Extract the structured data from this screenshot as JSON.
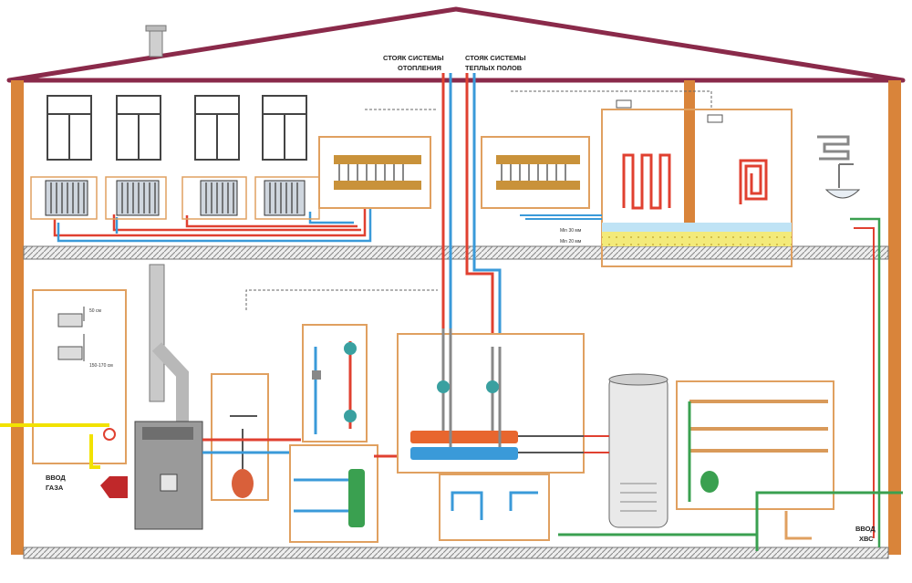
{
  "labels": {
    "riser_heating_l1": "СТОЯК СИСТЕМЫ",
    "riser_heating_l2": "ОТОПЛЕНИЯ",
    "riser_floor_l1": "СТОЯК СИСТЕМЫ",
    "riser_floor_l2": "ТЕПЛЫХ ПОЛОВ",
    "gas_l1": "ВВОД",
    "gas_l2": "ГАЗА",
    "water_l1": "ВВОД",
    "water_l2": "ХВС",
    "dim_50": "50 см",
    "dim_150": "150-170 см",
    "min30": "Min 30 мм",
    "min20": "Min 20 мм"
  },
  "colors": {
    "roof": "#8a2a4a",
    "wall": "#d9843a",
    "frame": "#e0a060",
    "hot": "#e04030",
    "cold": "#3a9ad9",
    "water": "#3aa050",
    "gas": "#f2e200",
    "floor": "#777777"
  }
}
